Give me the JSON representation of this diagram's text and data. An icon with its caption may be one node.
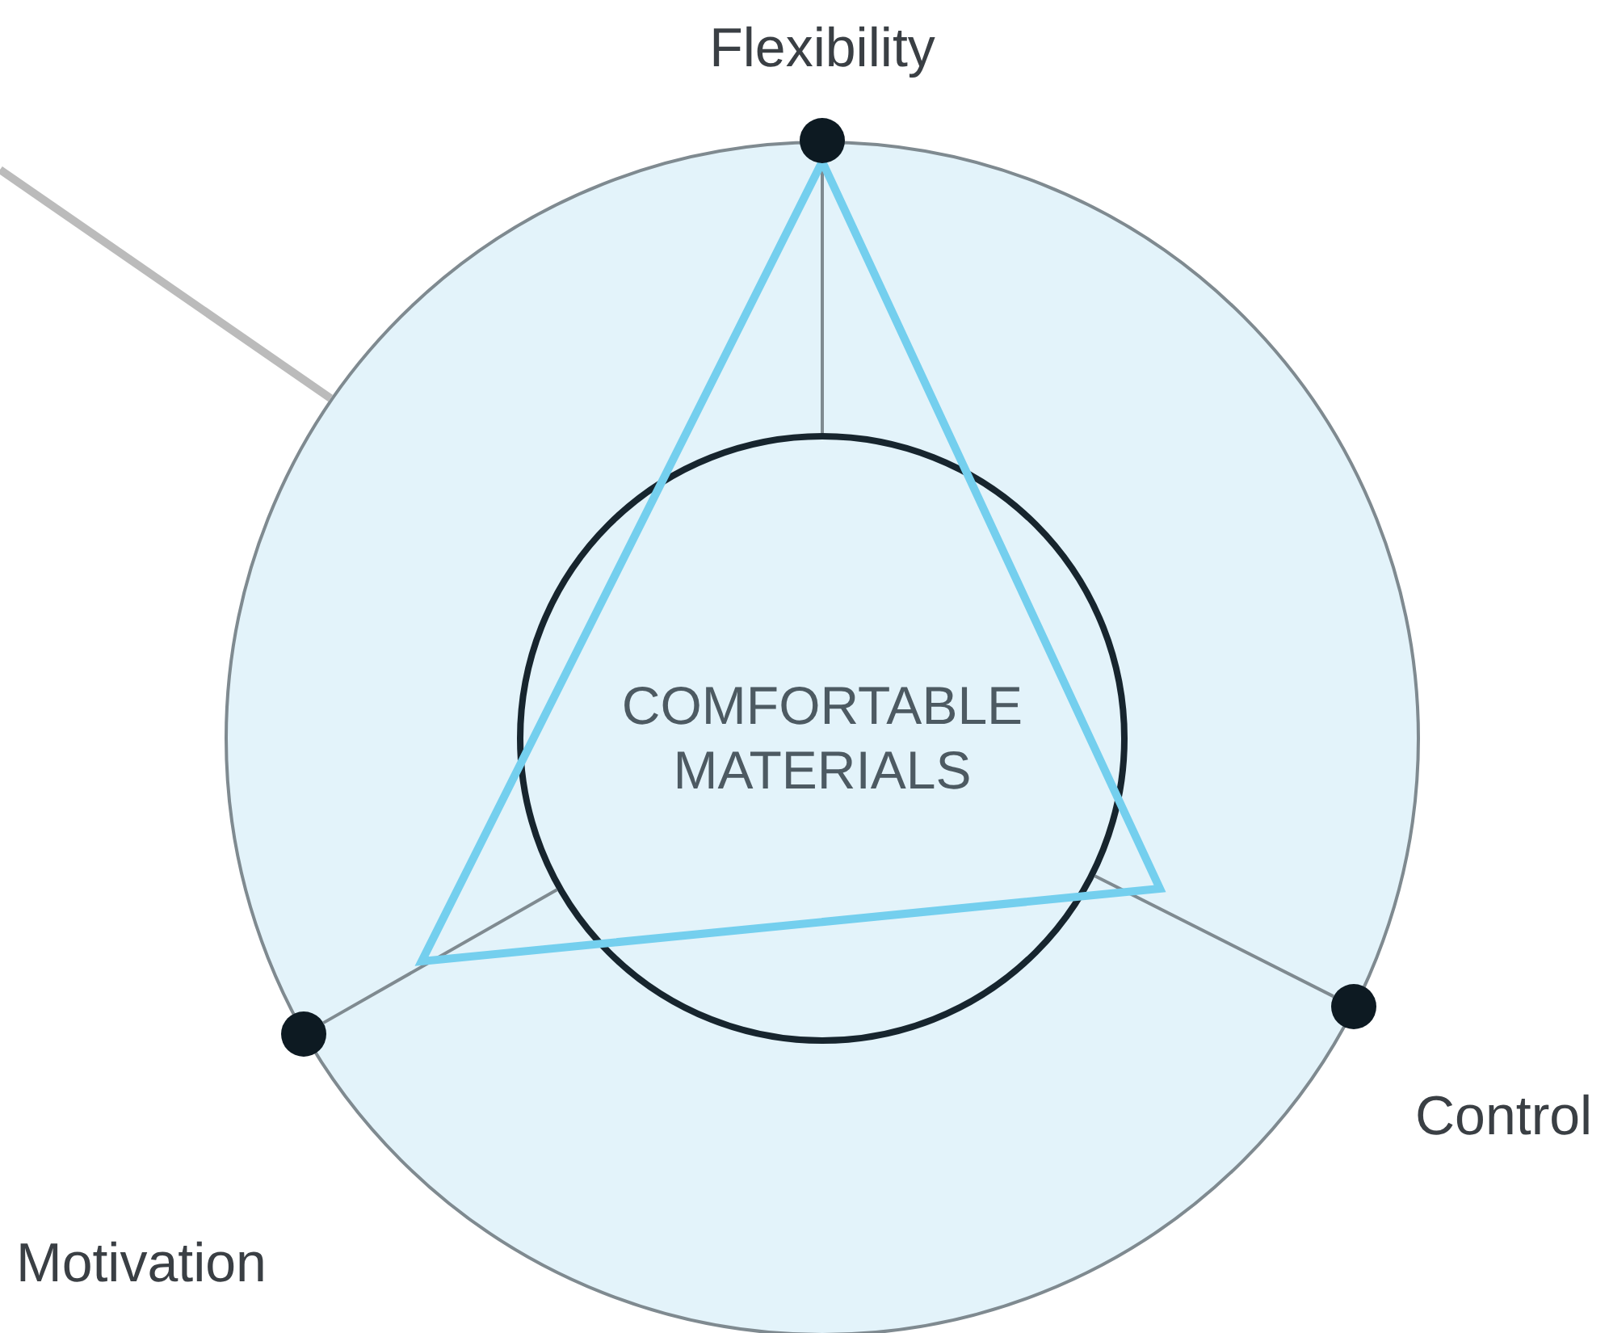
{
  "diagram": {
    "nodes": [
      {
        "text": [],
        "shape": "circle"
      },
      {
        "text": [
          "COMFORTABLE MATERIALS"
        ],
        "in": 0
      },
      {
        "text": [],
        "shape": "circle",
        "beside": [
          "Flexibility"
        ]
      },
      {
        "text": [],
        "shape": "circle",
        "beside": [
          "Control"
        ]
      },
      {
        "text": [],
        "shape": "circle",
        "beside": [
          "Motivation"
        ]
      }
    ],
    "edges": [
      {
        "from": 1,
        "to": 2,
        "arrow": "none"
      },
      {
        "from": 1,
        "to": 3,
        "arrow": "none"
      },
      {
        "from": 1,
        "to": 4,
        "arrow": "none"
      },
      {
        "from": null,
        "to": 0,
        "arrow": "none",
        "style": "thick",
        "color": "#bbbbbb"
      }
    ]
  }
}
